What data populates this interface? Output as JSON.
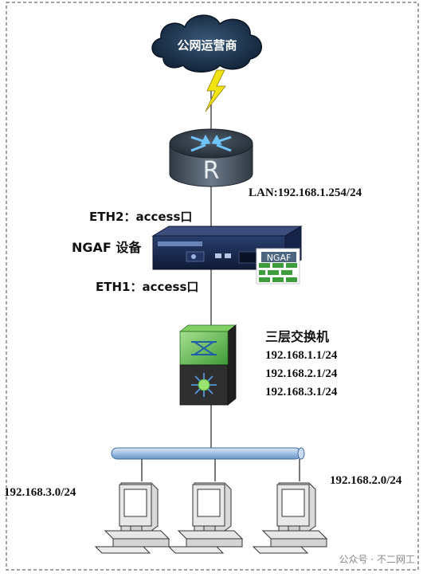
{
  "diagram": {
    "isp_label": "公网运营商",
    "router_letter": "R",
    "router_lan": "LAN:192.168.1.254/24",
    "eth2_label": "ETH2：access口",
    "ngaf_name": "NGAF 设备",
    "ngaf_badge": "NGAF",
    "eth1_label": "ETH1：access口",
    "switch_name": "三层交换机",
    "switch_ips": [
      "192.168.1.1/24",
      "192.168.2.1/24",
      "192.168.3.1/24"
    ],
    "left_subnet": "192.168.3.0/24",
    "right_subnet": "192.168.2.0/24"
  },
  "watermark": "公众号 · 不二网工",
  "colors": {
    "cloud": "#0f2540",
    "lightning": "#f2e312",
    "router_body": "#5d6a78",
    "router_top": "#29333d",
    "switch_top": "#55b84a",
    "switch_bottom": "#2c2c2c",
    "bus": "#a9c6e6",
    "ngaf_green": "#3f9c3c"
  }
}
